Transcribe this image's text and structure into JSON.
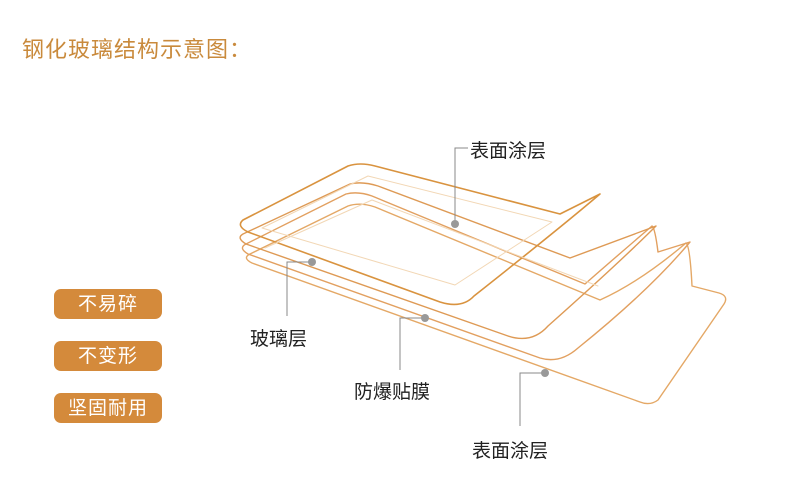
{
  "title": "钢化玻璃结构示意图：",
  "features": [
    "不易碎",
    "不变形",
    "坚固耐用"
  ],
  "layers": {
    "top_coating": "表面涂层",
    "glass_layer": "玻璃层",
    "anti_explosion_film": "防爆贴膜",
    "bottom_coating": "表面涂层"
  },
  "colors": {
    "title": "#c98a3c",
    "badge_bg": "#d48a3b",
    "layer_stroke": "#d9933f",
    "layer_stroke_light": "#efc79a",
    "leader_line": "#888888"
  }
}
